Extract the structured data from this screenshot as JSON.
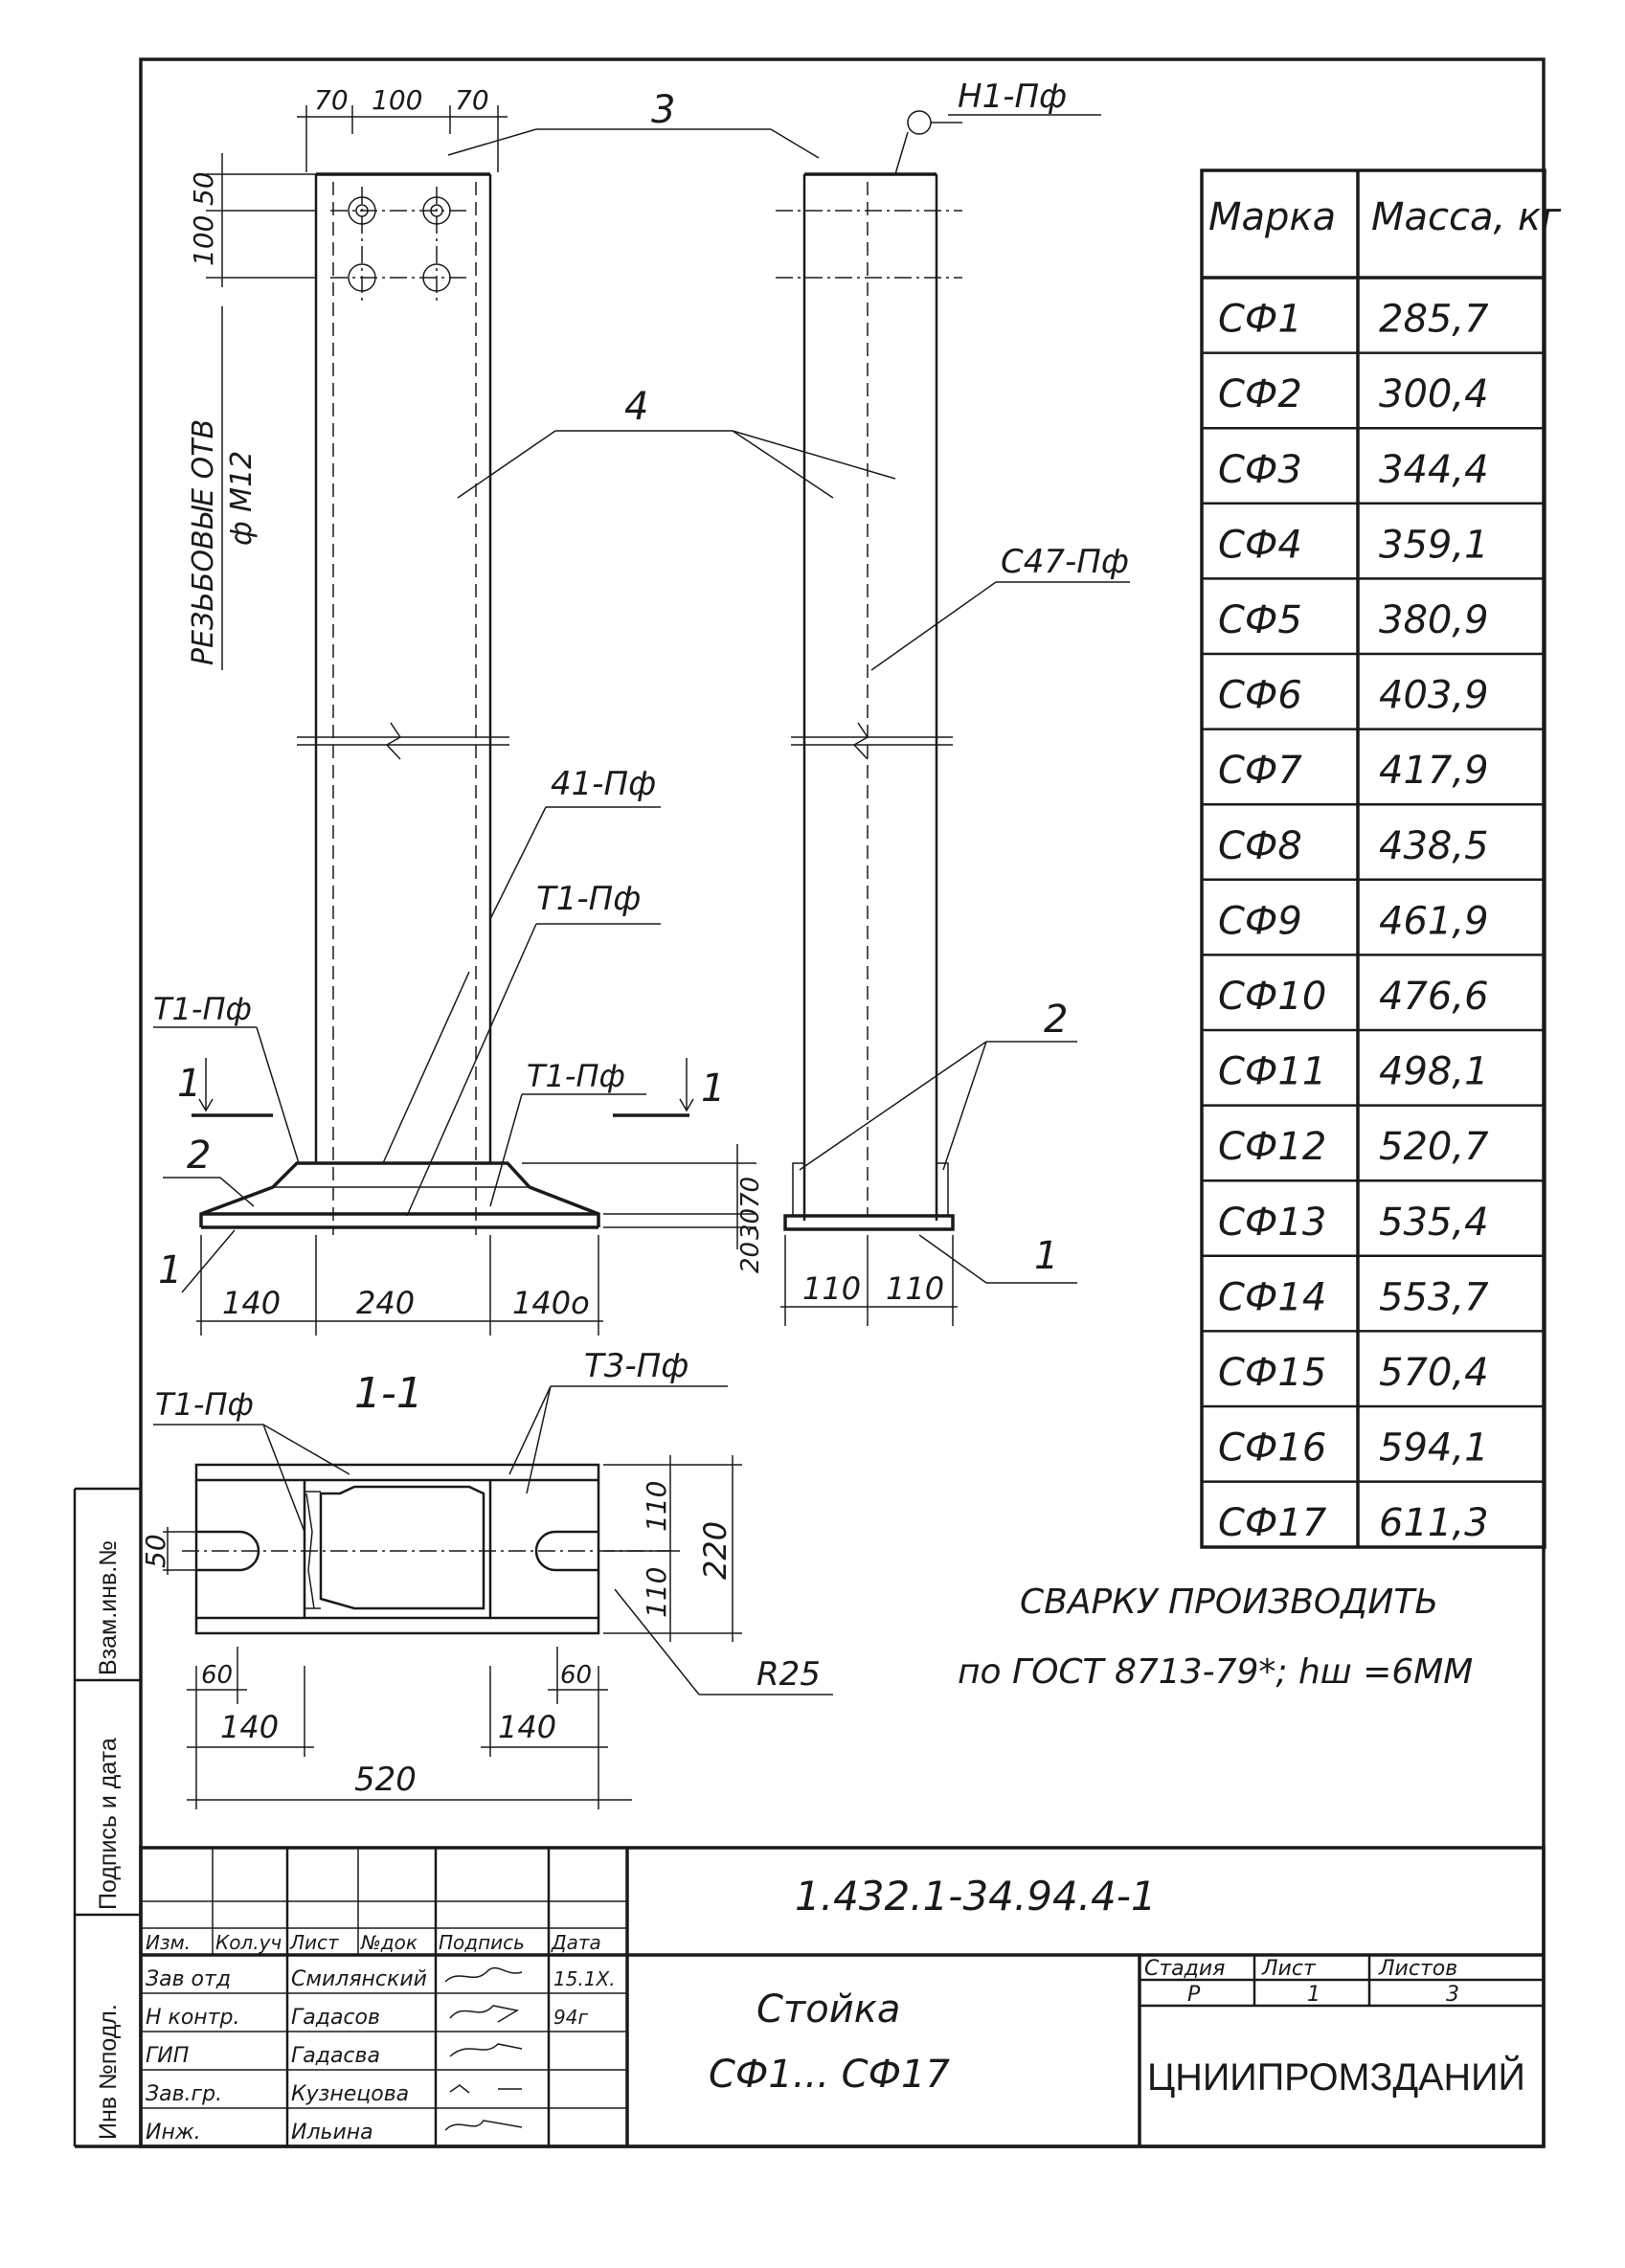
{
  "drawing": {
    "front_view": {
      "dim_top": [
        "70",
        "100",
        "70"
      ],
      "dim_left": [
        "50",
        "100"
      ],
      "thread_note": [
        "РЕЗЬБОВЫЕ ОТВ",
        "ф М12"
      ],
      "labels": {
        "pos3": "3",
        "pos4": "4",
        "pos2": "2",
        "pos1": "1",
        "weld_41": "41-Пф",
        "weld_t1_mid": "Т1-Пф",
        "weld_t1_left": "Т1-Пф",
        "weld_t1_right": "Т1-Пф",
        "section_mark_left": "1",
        "section_mark_right": "1"
      },
      "dim_base": [
        "140",
        "240",
        "140o"
      ],
      "dim_height": [
        "70",
        "30",
        "20"
      ]
    },
    "side_view": {
      "labels": {
        "weld_h1": "Н1-Пф",
        "weld_c47": "С47-Пф",
        "pos2": "2",
        "pos1": "1"
      },
      "dim_base": [
        "110",
        "110"
      ]
    },
    "section": {
      "title": "1-1",
      "weld_t1": "Т1-Пф",
      "weld_t3": "Т3-Пф",
      "dim_slot": "50",
      "dim_right": [
        "110",
        "110"
      ],
      "dim_total_h": "220",
      "radius": "R25",
      "dim_bottom_small": [
        "60",
        "60"
      ],
      "dim_bottom_mid": [
        "140",
        "140"
      ],
      "dim_bottom_total": "520"
    }
  },
  "mass_table": {
    "header": [
      "Марка",
      "Масса, кг"
    ],
    "rows": [
      {
        "mark": "СФ1",
        "mass": "285,7"
      },
      {
        "mark": "СФ2",
        "mass": "300,4"
      },
      {
        "mark": "СФ3",
        "mass": "344,4"
      },
      {
        "mark": "СФ4",
        "mass": "359,1"
      },
      {
        "mark": "СФ5",
        "mass": "380,9"
      },
      {
        "mark": "СФ6",
        "mass": "403,9"
      },
      {
        "mark": "СФ7",
        "mass": "417,9"
      },
      {
        "mark": "СФ8",
        "mass": "438,5"
      },
      {
        "mark": "СФ9",
        "mass": "461,9"
      },
      {
        "mark": "СФ10",
        "mass": "476,6"
      },
      {
        "mark": "СФ11",
        "mass": "498,1"
      },
      {
        "mark": "СФ12",
        "mass": "520,7"
      },
      {
        "mark": "СФ13",
        "mass": "535,4"
      },
      {
        "mark": "СФ14",
        "mass": "553,7"
      },
      {
        "mark": "СФ15",
        "mass": "570,4"
      },
      {
        "mark": "СФ16",
        "mass": "594,1"
      },
      {
        "mark": "СФ17",
        "mass": "611,3"
      }
    ]
  },
  "welding_note": [
    "СВАРКУ ПРОИЗВОДИТЬ",
    "по ГОСТ 8713-79*; hш =6ММ"
  ],
  "side_stamp": [
    "Инв №подл.",
    "Подпись и дата",
    "Взам.инв.№"
  ],
  "title_block": {
    "doc_number": "1.432.1-34.94.4-1",
    "col_headers": [
      "Изм.",
      "Кол.уч",
      "Лист",
      "№док",
      "Подпись",
      "Дата"
    ],
    "roles": [
      {
        "role": "Зав отд",
        "name": "Смилянский",
        "date": "15.1Х."
      },
      {
        "role": "Н контр.",
        "name": "Гадасов",
        "date": "94г"
      },
      {
        "role": "ГИП",
        "name": "Гадасва",
        "date": ""
      },
      {
        "role": "Зав.гр.",
        "name": "Кузнецова",
        "date": ""
      },
      {
        "role": "Инж.",
        "name": "Ильина",
        "date": ""
      }
    ],
    "title_lines": [
      "Стойка",
      "СФ1... СФ17"
    ],
    "stage_headers": [
      "Стадия",
      "Лист",
      "Листов"
    ],
    "stage_values": [
      "Р",
      "1",
      "3"
    ],
    "organization": "ЦНИИПРОМЗДАНИЙ"
  }
}
